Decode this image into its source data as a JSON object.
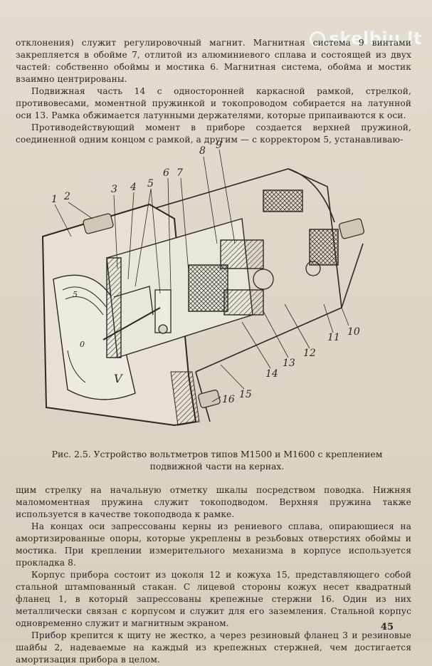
{
  "watermark": "skelbiu.lt",
  "paragraphs_top": [
    {
      "text": "отклонения) служит регулировочный магнит. Магнитная система 9 винтами закрепляется в обойме 7, отлитой из алюминиевого сплава и состоящей из двух частей: собственно обоймы и мостика 6. Магнитная система, обойма и мостик взаимно центрированы.",
      "indent": false
    },
    {
      "text": "Подвижная часть 14 с односторонней каркасной рамкой, стрелкой, противовесами, моментной пружинкой и токопроводом собирается на латунной оси 13. Рамка обжимается латунными держателями, которые припаиваются к оси.",
      "indent": true
    },
    {
      "text": "Противодействующий момент в приборе создается верхней пружиной, соединенной одним концом с рамкой, а другим — с корректором 5, устанавливаю-",
      "indent": true
    }
  ],
  "figure_labels": [
    "1",
    "2",
    "3",
    "4",
    "5",
    "6",
    "7",
    "8",
    "9",
    "10",
    "11",
    "12",
    "13",
    "14",
    "15",
    "16",
    "5",
    "V",
    "0"
  ],
  "caption": "Рис. 2.5. Устройство вольтметров типов М1500 и М1600 с креплением подвижной части на кернах.",
  "paragraphs_bottom": [
    {
      "text": "щим стрелку на начальную отметку шкалы посредством поводка. Нижняя маломоментная пружина служит токоподводом. Верхняя пружина также используется в качестве токоподвода к рамке.",
      "indent": false
    },
    {
      "text": "На концах оси запрессованы керны из рениевого сплава, опирающиеся на амортизированные опоры, которые укреплены в резьбовых отверстиях обоймы и мостика. При креплении измерительного механизма в корпусе используется прокладка 8.",
      "indent": true
    },
    {
      "text": "Корпус прибора состоит из цоколя 12 и кожуха 15, представляющего собой стальной штампованный стакан. С лицевой стороны кожух несет квадратный фланец 1, в который запрессованы крепежные стержни 16. Один из них металлически связан с корпусом и служит для его заземления. Стальной корпус одновременно служит и магнитным экраном.",
      "indent": true
    },
    {
      "text": "Прибор крепится к щиту не жестко, а через резиновый фланец 3 и резиновые шайбы 2, надеваемые на каждый из крепежных стержней, чем достигается амортизация прибора в целом.",
      "indent": true
    }
  ],
  "page_number": "45"
}
